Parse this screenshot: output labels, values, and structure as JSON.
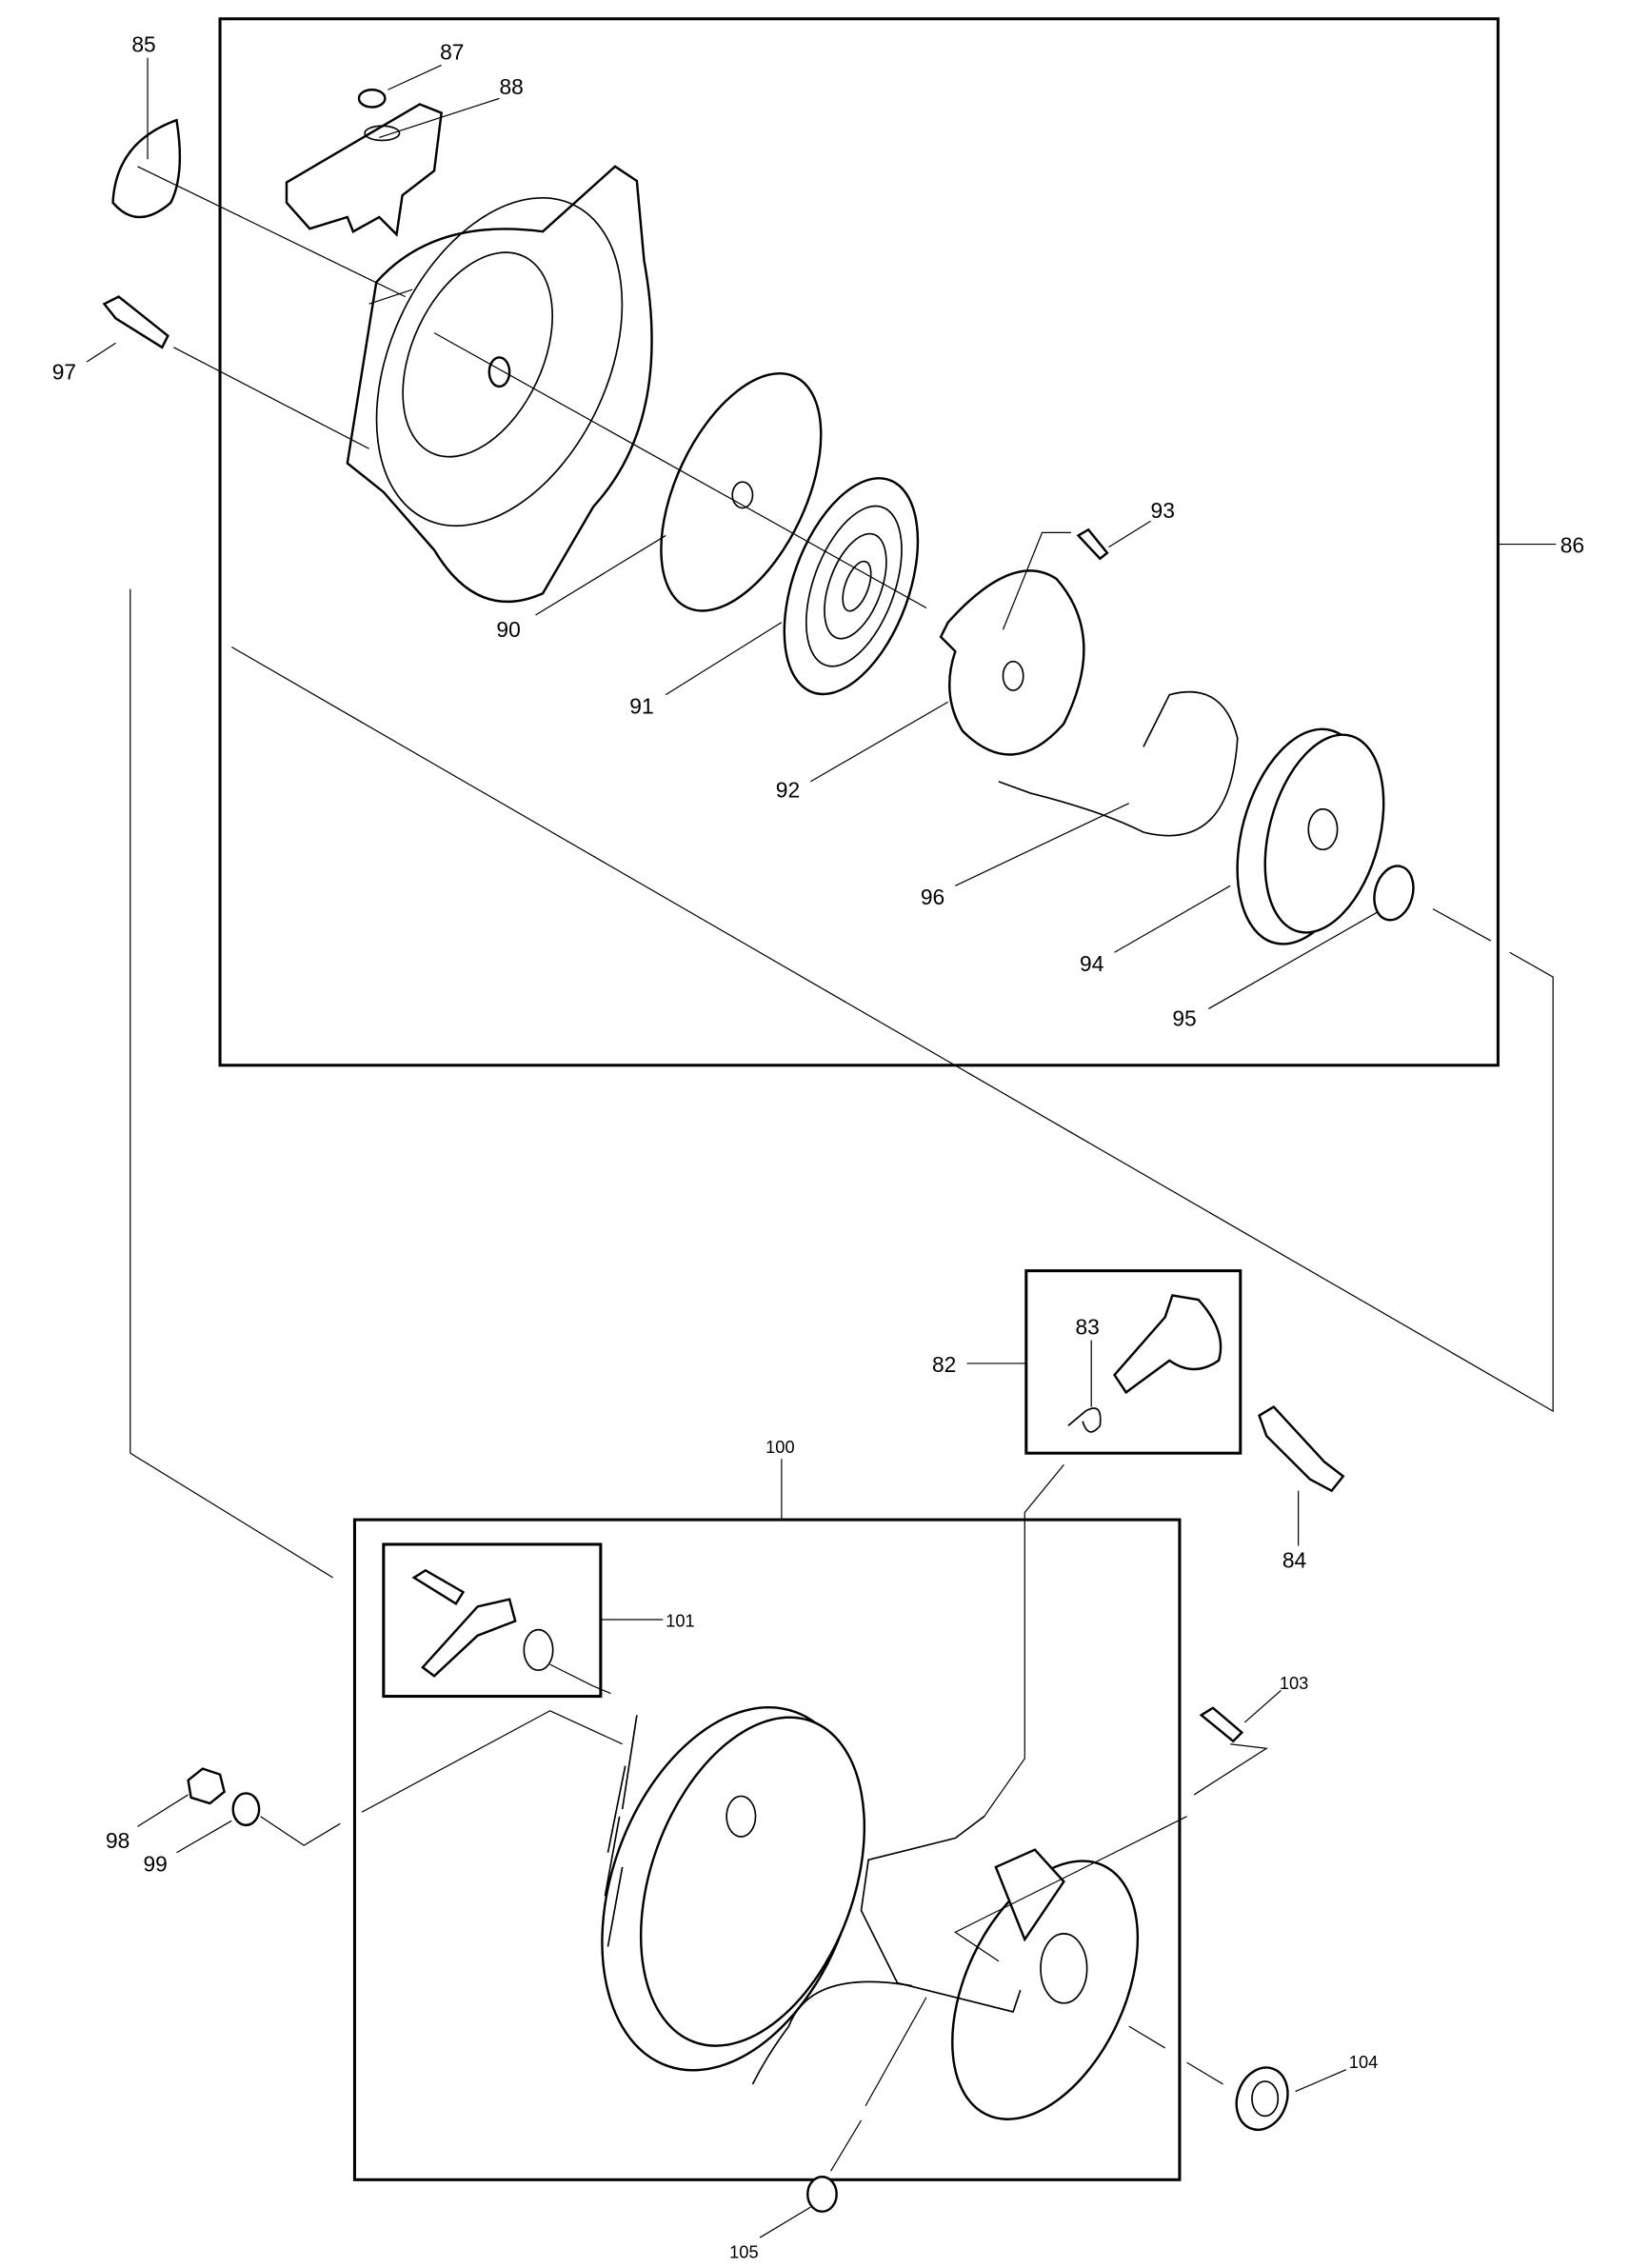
{
  "diagram": {
    "type": "exploded-parts-diagram",
    "labels": {
      "p82": "82",
      "p83": "83",
      "p84": "84",
      "p85": "85",
      "p86": "86",
      "p87": "87",
      "p88": "88",
      "p90": "90",
      "p91": "91",
      "p92": "92",
      "p93": "93",
      "p94": "94",
      "p95": "95",
      "p96": "96",
      "p97": "97",
      "p98": "98",
      "p99": "99",
      "p100": "100",
      "p101": "101",
      "p103": "103",
      "p104": "104",
      "p105": "105"
    }
  }
}
